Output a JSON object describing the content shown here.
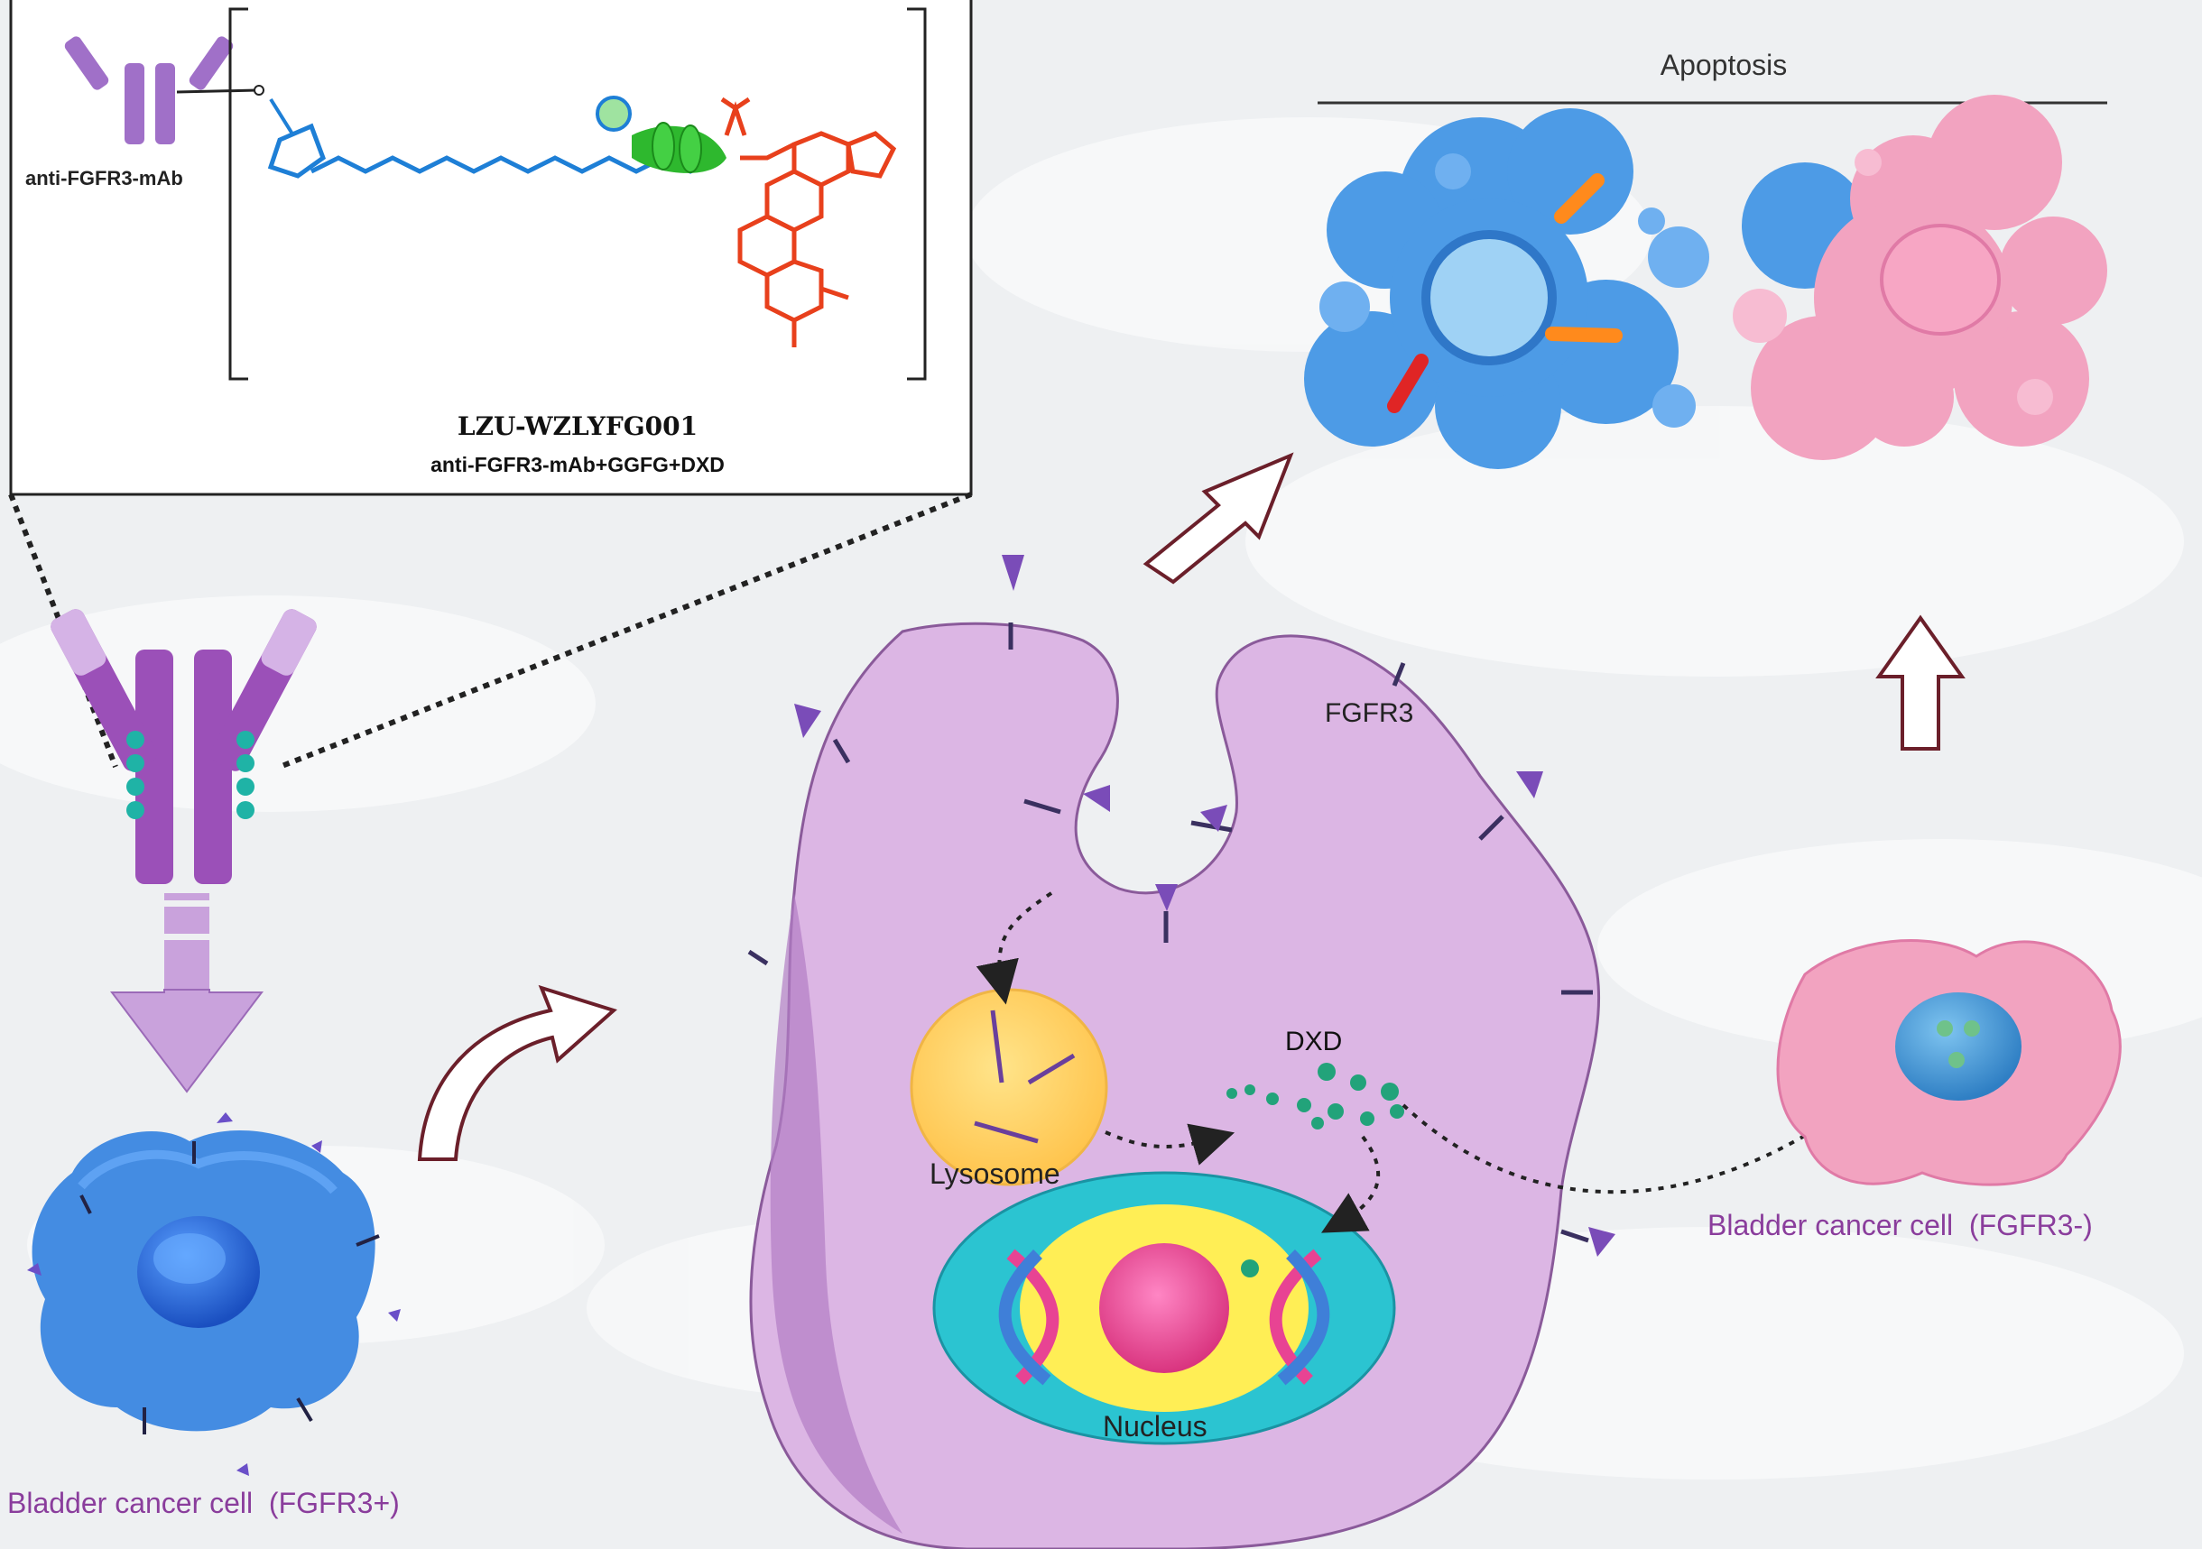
{
  "labels": {
    "adc_name": "LZU-WZLYFG001",
    "adc_formula": "anti-FGFR3-mAb+GGFG+DXD",
    "antibody": "anti-FGFR3-mAb",
    "apoptosis": "Apoptosis",
    "fgfr3": "FGFR3",
    "dxd": "DXD",
    "lysosome": "Lysosome",
    "nucleus": "Nucleus",
    "cell_positive": "Bladder cancer cell  (FGFR3+)",
    "cell_negative": "Bladder cancer cell  (FGFR3-)"
  },
  "colors": {
    "antibody": "#9b59b6",
    "linker": "#1e7fd6",
    "cleavable_site": "#2eb82e",
    "payload": "#e8401c",
    "target_cell": "#3a86e0",
    "internalizing_cell": "#dcb6e4",
    "bystander_cell": "#f2a3c0",
    "lysosome": "#ffd35a",
    "nucleus": "#2bc4d1",
    "dxd": "#22a37a"
  }
}
